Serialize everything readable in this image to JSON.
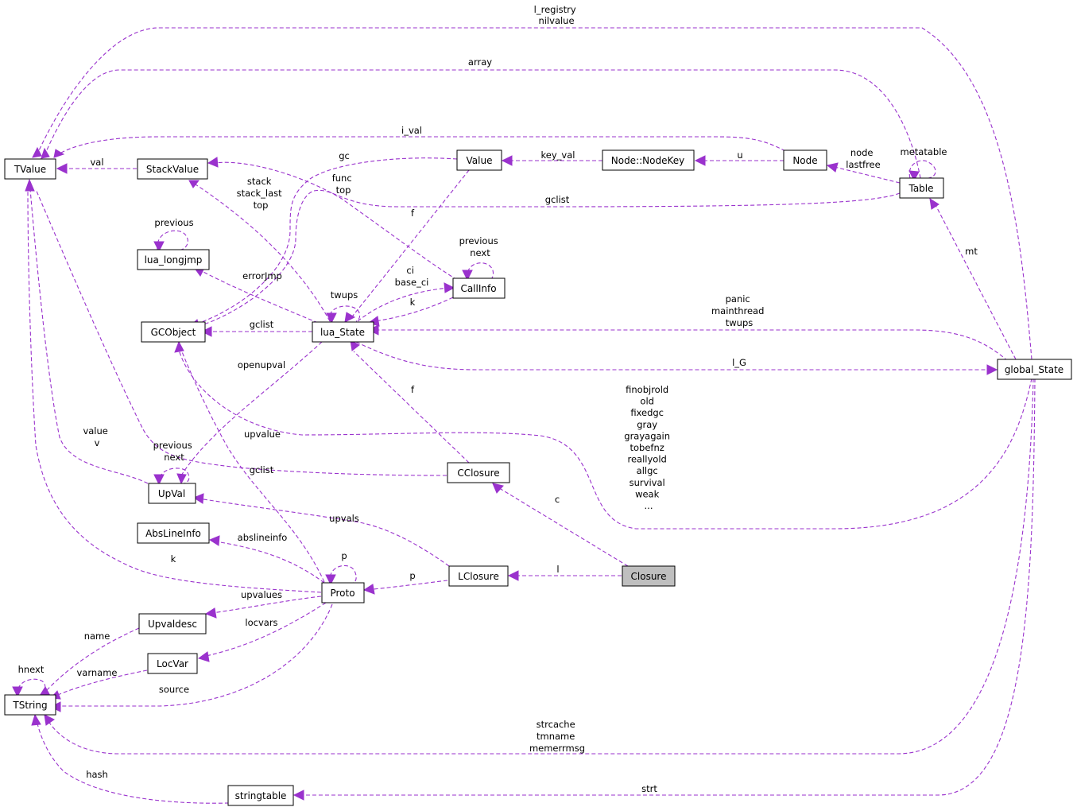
{
  "nodes": {
    "tvalue": "TValue",
    "stackvalue": "StackValue",
    "value": "Value",
    "nodekey": "Node::NodeKey",
    "node": "Node",
    "table": "Table",
    "lua_longjmp": "lua_longjmp",
    "callinfo": "CallInfo",
    "gcobject": "GCObject",
    "lua_state": "lua_State",
    "global_state": "global_State",
    "upval": "UpVal",
    "cclosure": "CClosure",
    "abslineinfo": "AbsLineInfo",
    "proto": "Proto",
    "lclosure": "LClosure",
    "closure": "Closure",
    "upvaldesc": "Upvaldesc",
    "locvar": "LocVar",
    "tstring": "TString",
    "stringtable": "stringtable"
  },
  "edge_labels": {
    "l_registry": [
      "l_registry",
      "nilvalue"
    ],
    "array": [
      "array"
    ],
    "i_val": [
      "i_val"
    ],
    "val": [
      "val"
    ],
    "gc": [
      "gc"
    ],
    "key_val": [
      "key_val"
    ],
    "u": [
      "u"
    ],
    "node_lastfree": [
      "node",
      "lastfree"
    ],
    "metatable": [
      "metatable"
    ],
    "func_top": [
      "func",
      "top"
    ],
    "gclist_table": [
      "gclist"
    ],
    "stack": [
      "stack",
      "stack_last",
      "top"
    ],
    "f_value": [
      "f"
    ],
    "previous_lj": [
      "previous"
    ],
    "previous_ci": [
      "previous",
      "next"
    ],
    "mt": [
      "mt"
    ],
    "errorjmp": [
      "errorJmp"
    ],
    "ci": [
      "ci",
      "base_ci"
    ],
    "twups": [
      "twups"
    ],
    "k_ci": [
      "k"
    ],
    "panic": [
      "panic",
      "mainthread",
      "twups"
    ],
    "gclist_ls": [
      "gclist"
    ],
    "l_g": [
      "l_G"
    ],
    "openupval": [
      "openupval"
    ],
    "f_cclosure": [
      "f"
    ],
    "finobjrold": [
      "finobjrold",
      "old",
      "fixedgc",
      "gray",
      "grayagain",
      "tobefnz",
      "reallyold",
      "allgc",
      "survival",
      "weak",
      "..."
    ],
    "value_v": [
      "value",
      "v"
    ],
    "upvalue": [
      "upvalue"
    ],
    "previous_uv": [
      "previous",
      "next"
    ],
    "gclist_proto": [
      "gclist"
    ],
    "c": [
      "c"
    ],
    "upvals": [
      "upvals"
    ],
    "abslineinfo": [
      "abslineinfo"
    ],
    "p_self": [
      "p"
    ],
    "k_proto": [
      "k"
    ],
    "p": [
      "p"
    ],
    "l": [
      "l"
    ],
    "upvalues": [
      "upvalues"
    ],
    "name": [
      "name"
    ],
    "locvars": [
      "locvars"
    ],
    "hnext": [
      "hnext"
    ],
    "varname": [
      "varname"
    ],
    "source": [
      "source"
    ],
    "strcache": [
      "strcache",
      "tmname",
      "memerrmsg"
    ],
    "hash": [
      "hash"
    ],
    "strt": [
      "strt"
    ]
  },
  "colors": {
    "edge": "#9a32cd",
    "node_border": "#000000",
    "node_fill": "#ffffff",
    "focus_fill": "#bfbfbf"
  }
}
